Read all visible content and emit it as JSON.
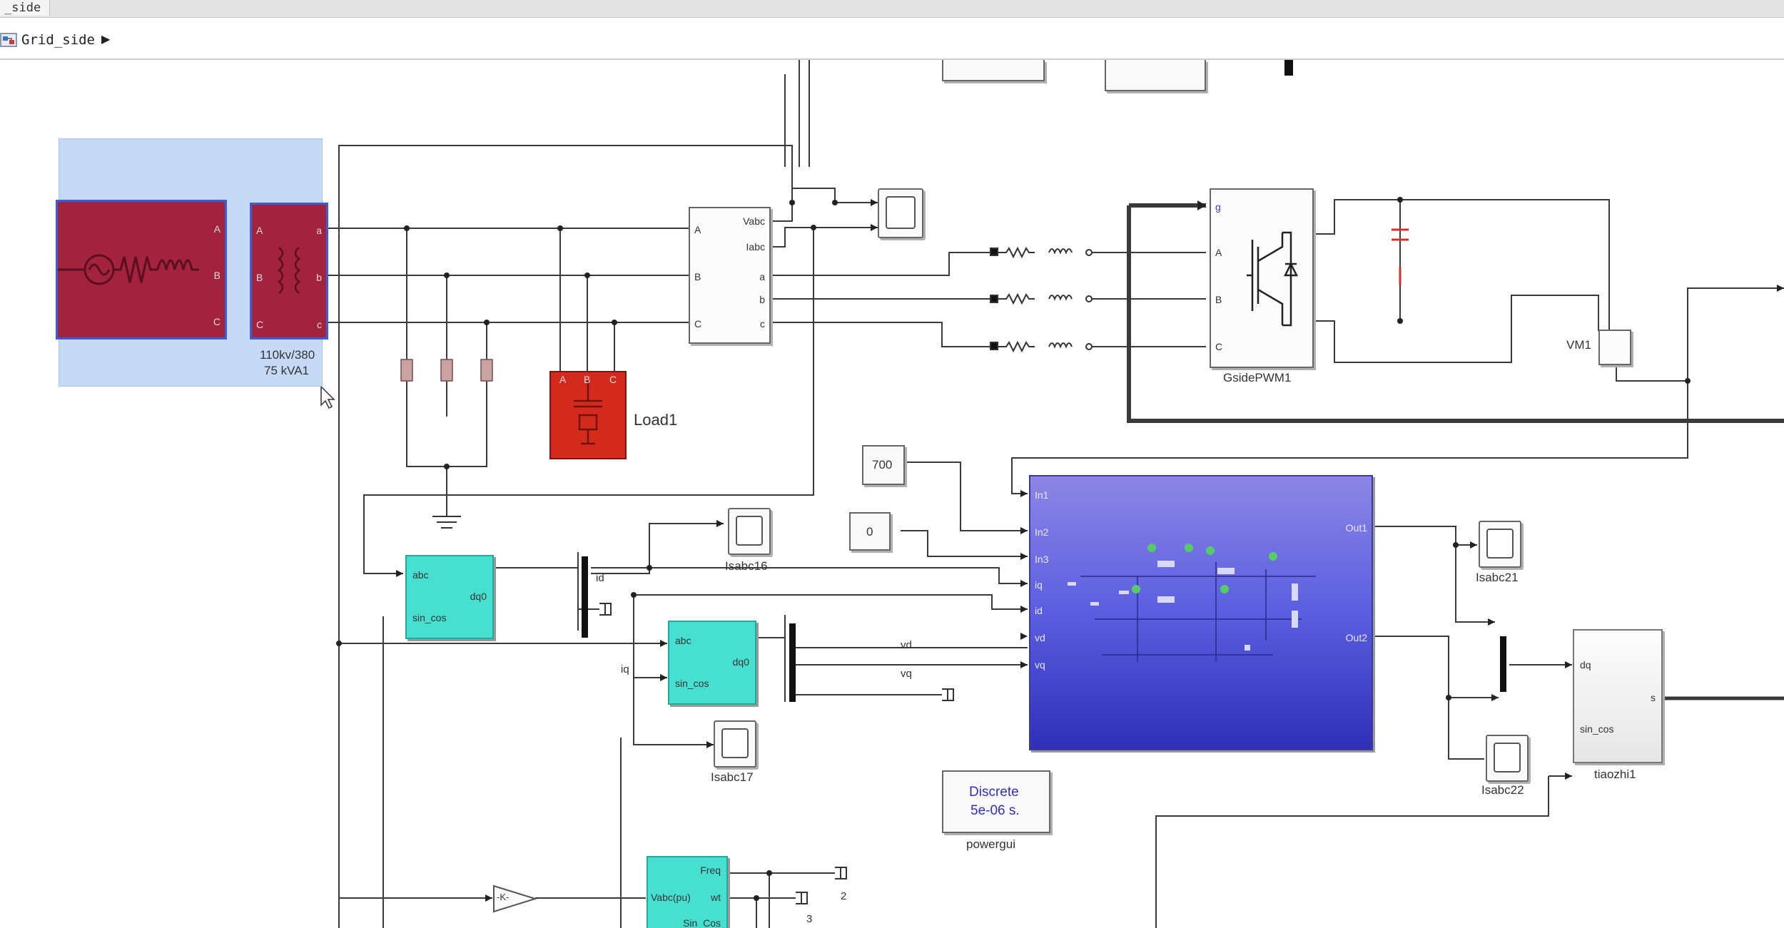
{
  "window": {
    "tab_label": "_side",
    "breadcrumb_label": "Grid_side",
    "breadcrumb_arrow": "▶"
  },
  "colors": {
    "source_red": "#a3223d",
    "load_red": "#d42a1e",
    "teal": "#47e0d0",
    "subsystem_blue": "#5a5ee0",
    "selection": "#c6daf8"
  },
  "blocks": {
    "transformer_label_1": "110kv/380",
    "transformer_label_2": "75 kVA1",
    "transformer_ports_in": [
      "A",
      "B",
      "C"
    ],
    "transformer_ports_out": [
      "a",
      "b",
      "c"
    ],
    "source_ports": [
      "A",
      "B",
      "C"
    ],
    "load_label": "Load1",
    "load_ports": [
      "A",
      "B",
      "C"
    ],
    "vi_meas_in": [
      "A",
      "B",
      "C"
    ],
    "vi_meas_out": [
      "Vabc",
      "Iabc",
      "a",
      "b",
      "c"
    ],
    "pwm_label": "GsidePWM1",
    "pwm_ports": [
      "g",
      "A",
      "B",
      "C"
    ],
    "vm_label": "VM1",
    "const_700": "700",
    "const_0": "0",
    "subsystem_inputs": [
      "In1",
      "In2",
      "In3",
      "iq",
      "id",
      "vd",
      "vq"
    ],
    "subsystem_outputs": [
      "Out1",
      "Out2"
    ],
    "dq1_ports": [
      "abc",
      "sin_cos",
      "dq0"
    ],
    "dq2_ports": [
      "abc",
      "sin_cos",
      "dq0"
    ],
    "signal_id": "id",
    "signal_iq": "iq",
    "signal_vd": "vd",
    "signal_vq": "vq",
    "scope_isabc16": "Isabc16",
    "scope_isabc17": "Isabc17",
    "scope_isabc21": "Isabc21",
    "scope_isabc22": "Isabc22",
    "tiaozhi_ports": [
      "dq",
      "sin_cos",
      "s"
    ],
    "tiaozhi_label": "tiaozhi1",
    "powergui_line1": "Discrete",
    "powergui_line2": "5e-06 s.",
    "powergui_label": "powergui",
    "pll_ports": [
      "Freq",
      "Vabc(pu)",
      "wt",
      "Sin_Cos"
    ],
    "gain_label": "-K-",
    "term_label_2": "2",
    "term_label_3": "3"
  }
}
